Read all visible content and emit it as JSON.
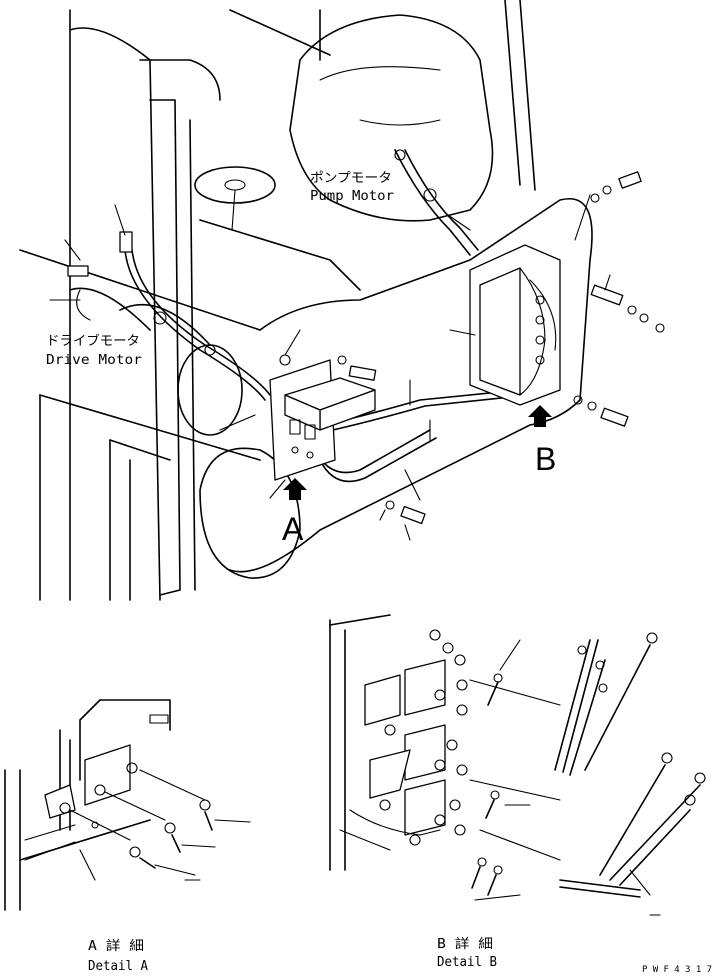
{
  "labels": {
    "pump_motor_jp": "ポンプモータ",
    "pump_motor_en": "Pump Motor",
    "drive_motor_jp": "ドライブモータ",
    "drive_motor_en": "Drive Motor",
    "view_a": "A",
    "view_b": "B",
    "detail_a_jp": "A 詳 細",
    "detail_a_en": "Detail A",
    "detail_b_jp": "B 詳 細",
    "detail_b_en": "Detail B",
    "drawing_code": "PWF4317"
  }
}
